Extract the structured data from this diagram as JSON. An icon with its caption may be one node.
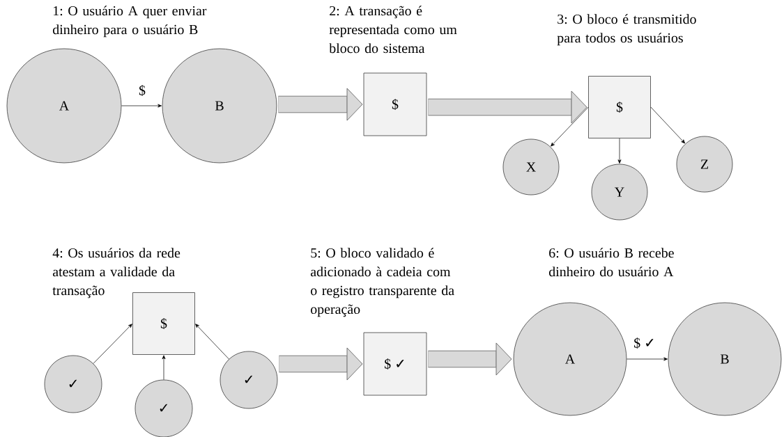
{
  "diagram": {
    "nodes": [
      {
        "text": [
          "A"
        ]
      },
      {
        "text": [
          "B"
        ]
      },
      {
        "text": [
          "$"
        ]
      },
      {
        "text": [
          "$"
        ]
      },
      {
        "text": [
          "X"
        ]
      },
      {
        "text": [
          "Y"
        ]
      },
      {
        "text": [
          "Z"
        ]
      },
      {
        "text": [
          "$"
        ]
      },
      {
        "text": [
          "✓"
        ]
      },
      {
        "text": [
          "✓"
        ]
      },
      {
        "text": [
          "✓"
        ]
      },
      {
        "text": [
          "$ ✓"
        ]
      },
      {
        "text": [
          "A"
        ]
      },
      {
        "text": [
          "B"
        ]
      }
    ],
    "edges": [
      {
        "from": 0,
        "to": 1,
        "arrow": "to",
        "label": "$"
      },
      {
        "from": 1,
        "to": 2,
        "arrow": "to",
        "style": "thick"
      },
      {
        "from": 2,
        "to": 3,
        "arrow": "to",
        "style": "thick"
      },
      {
        "from": 3,
        "to": 4,
        "arrow": "to"
      },
      {
        "from": 3,
        "to": 5,
        "arrow": "to"
      },
      {
        "from": 3,
        "to": 6,
        "arrow": "to"
      },
      {
        "from": 8,
        "to": 7,
        "arrow": "to"
      },
      {
        "from": 9,
        "to": 7,
        "arrow": "to"
      },
      {
        "from": 10,
        "to": 7,
        "arrow": "to"
      },
      {
        "from": 10,
        "to": 11,
        "arrow": "to",
        "style": "thick"
      },
      {
        "from": 11,
        "to": 12,
        "arrow": "to",
        "style": "thick"
      },
      {
        "from": 12,
        "to": 13,
        "arrow": "to",
        "label": "$ ✓"
      }
    ],
    "labels": [
      "1: O usuário A quer enviar dinheiro para o usuário B",
      "2: A transação é representada como um bloco do sistema",
      "3: O bloco é transmitido para todos os usuários",
      "4: Os usuários da rede atestam a validade da transação",
      "5: O bloco validado é adicionado à cadeia com o registro transparente da operação",
      "6: O usuário B recebe dinheiro do usuário A"
    ]
  }
}
